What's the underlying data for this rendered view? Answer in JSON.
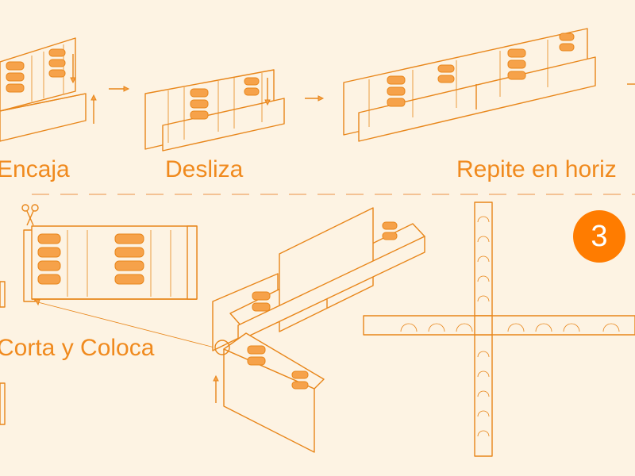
{
  "steps": {
    "encaja": "Encaja",
    "desliza": "Desliza",
    "repite": "Repite en horiz",
    "corta": "Corta y Coloca"
  },
  "badge": {
    "number": "3",
    "color": "#ff7c00"
  },
  "colors": {
    "line": "#e8861a",
    "text": "#f08a1e",
    "background": "#fdf3e3"
  },
  "icons": {
    "cut": "scissors-icon"
  }
}
